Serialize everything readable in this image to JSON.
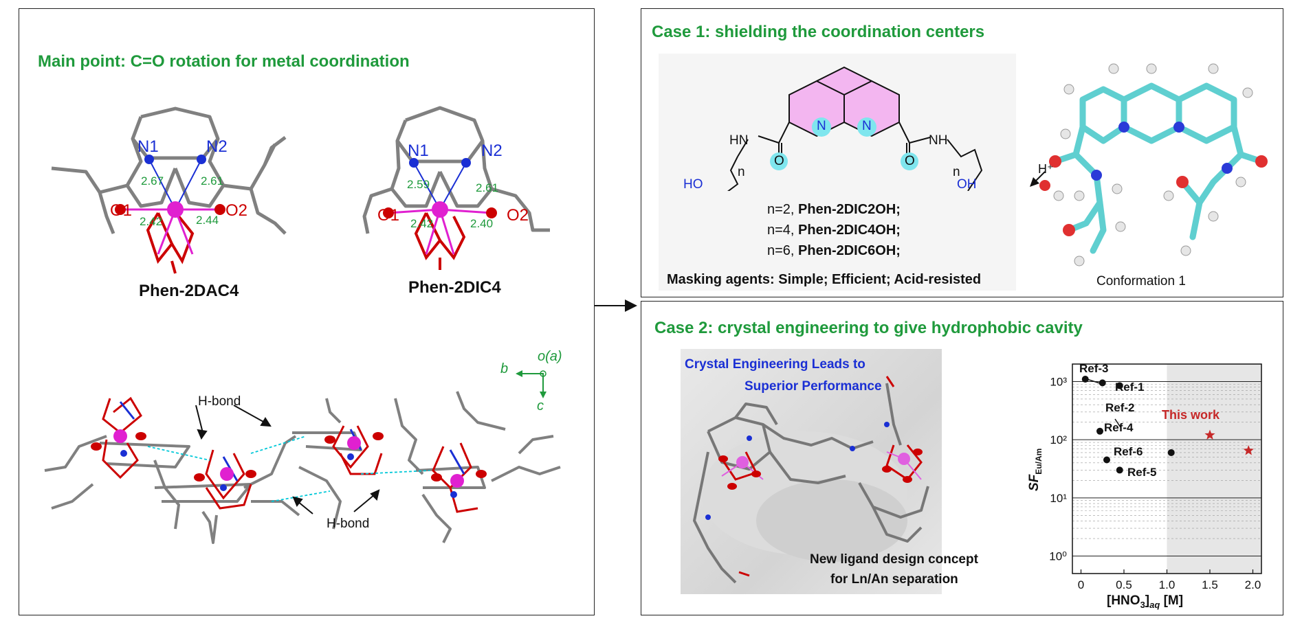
{
  "left_panel": {
    "title": "Main point: C=O rotation for metal coordination",
    "mol1": {
      "name": "Phen-2DAC4",
      "atoms": {
        "n1": "N1",
        "n2": "N2",
        "o1": "O1",
        "o2": "O2"
      },
      "distances": {
        "n1": "2.67",
        "n2": "2.61",
        "o1": "2.42",
        "o2": "2.44"
      }
    },
    "mol2": {
      "name": "Phen-2DIC4",
      "atoms": {
        "n1": "N1",
        "n2": "N2",
        "o1": "O1",
        "o2": "O2"
      },
      "distances": {
        "n1": "2.59",
        "n2": "2.61",
        "o1": "2.42",
        "o2": "2.40"
      }
    },
    "axes": {
      "b": "b",
      "oa": "o(a)",
      "c": "c"
    },
    "hbond_top": "H-bond",
    "hbond_bottom": "H-bond"
  },
  "case1": {
    "title": "Case 1: shielding the coordination centers",
    "struct": {
      "n_left": "N",
      "n_right": "N",
      "o_left": "O",
      "o_right": "O",
      "hn": "HN",
      "nh": "NH",
      "ho": "HO",
      "oh": "OH",
      "n_sub_left": "n",
      "n_sub_right": "n"
    },
    "variants": [
      {
        "prefix": "n=2, ",
        "name": "Phen-2DIC2OH;"
      },
      {
        "prefix": "n=4, ",
        "name": "Phen-2DIC4OH;"
      },
      {
        "prefix": "n=6, ",
        "name": "Phen-2DIC6OH;"
      }
    ],
    "masking": "Masking agents: Simple; Efficient; Acid-resisted",
    "hplus": "H⁺",
    "conformation": "Conformation 1"
  },
  "case2": {
    "title": "Case 2: crystal engineering to give hydrophobic cavity",
    "crystal_title_1": "Crystal Engineering Leads to",
    "crystal_title_2": "Superior Performance",
    "design_1": "New ligand design concept",
    "design_2": "for Ln/An separation"
  },
  "chart_data": {
    "type": "scatter",
    "xlabel": "[HNO3]aq [M]",
    "ylabel": "SF Eu/Am",
    "y_scale": "log",
    "xlim": [
      -0.1,
      2.1
    ],
    "ylim": [
      0.5,
      2000
    ],
    "x_ticks": [
      "0",
      "0.5",
      "1.0",
      "1.5",
      "2.0"
    ],
    "y_ticks": [
      "10⁰",
      "10¹",
      "10²",
      "10³"
    ],
    "series": [
      {
        "name": "Ref-3",
        "x": [
          0.05
        ],
        "y": [
          1100
        ]
      },
      {
        "name": "Ref-1",
        "x": [
          0.45
        ],
        "y": [
          850
        ]
      },
      {
        "name": "Ref-1",
        "x": [
          0.25
        ],
        "y": [
          950
        ]
      },
      {
        "name": "Ref-2",
        "x": [
          1.05
        ],
        "y": [
          60
        ]
      },
      {
        "name": "Ref-4",
        "x": [
          0.22
        ],
        "y": [
          140
        ]
      },
      {
        "name": "Ref-6",
        "x": [
          0.3
        ],
        "y": [
          45
        ]
      },
      {
        "name": "Ref-5",
        "x": [
          0.45
        ],
        "y": [
          30
        ]
      },
      {
        "name": "This work",
        "x": [
          1.5,
          1.95
        ],
        "y": [
          120,
          65
        ]
      }
    ],
    "point_labels": {
      "ref3": "Ref-3",
      "ref1": "Ref-1",
      "ref2": "Ref-2",
      "ref4": "Ref-4",
      "ref6": "Ref-6",
      "ref5": "Ref-5",
      "this_work": "This work"
    },
    "colors": {
      "refs": "#111111",
      "this_work": "#c62828",
      "shade": "#e6e6e6"
    }
  },
  "colors": {
    "title_green": "#1f9a3c",
    "blue": "#1a2fd4",
    "red": "#c62828",
    "magenta": "#e020d0"
  }
}
